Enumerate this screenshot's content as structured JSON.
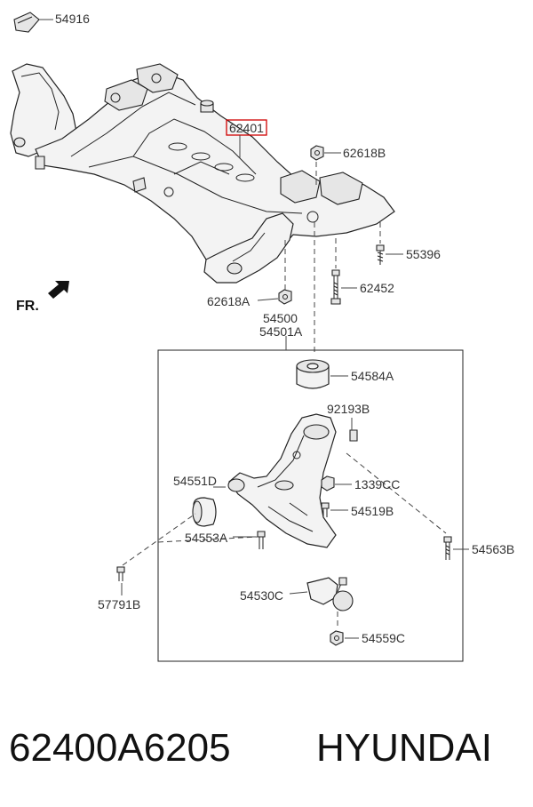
{
  "callouts": {
    "c54916": "54916",
    "c62401": "62401",
    "c62618B": "62618B",
    "c55396": "55396",
    "c62452": "62452",
    "c62618A": "62618A",
    "c54500": "54500",
    "c54501A": "54501A",
    "c54584A": "54584A",
    "c92193B": "92193B",
    "c54551D": "54551D",
    "c1339CC": "1339CC",
    "c54519B": "54519B",
    "c54553A": "54553A",
    "c54563B": "54563B",
    "c57791B": "57791B",
    "c54530C": "54530C",
    "c54559C": "54559C"
  },
  "direction_label": "FR.",
  "footer": {
    "part_number": "62400A6205",
    "brand": "HYUNDAI"
  },
  "colors": {
    "highlight": "#d00000",
    "line": "#222222"
  }
}
